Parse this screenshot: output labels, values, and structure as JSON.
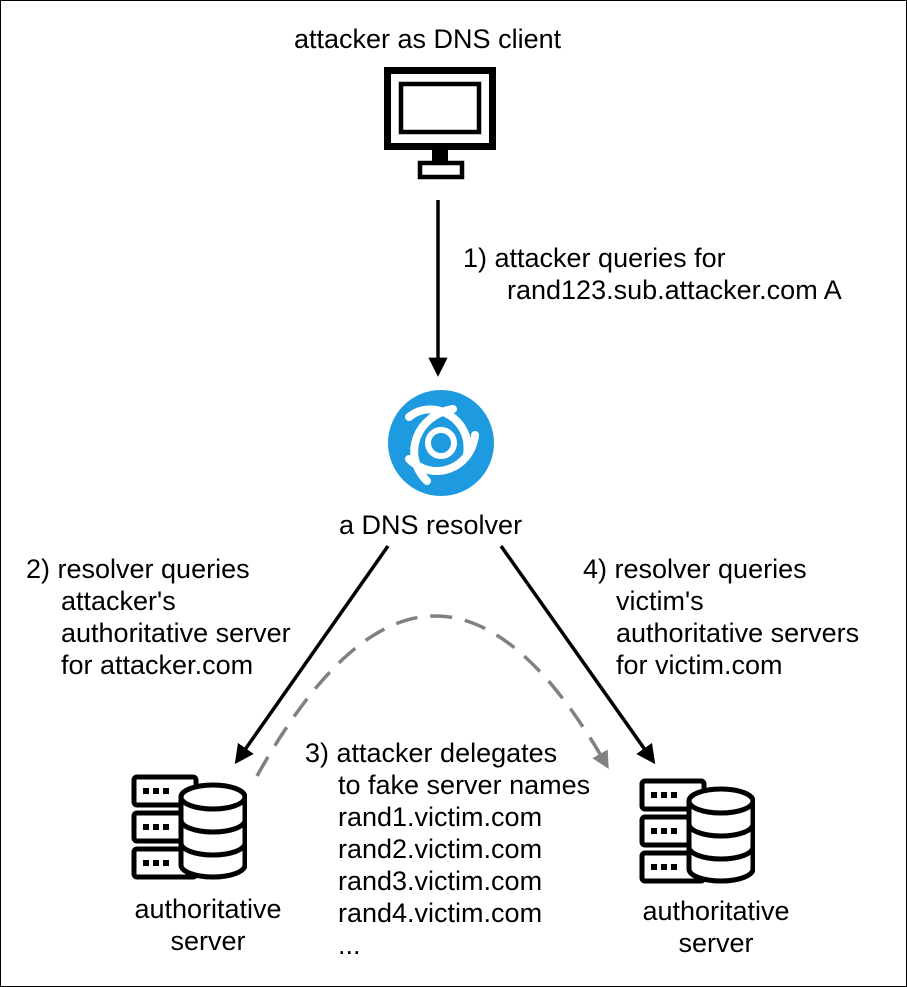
{
  "client": {
    "label": "attacker as DNS client",
    "icon": "computer-monitor-icon"
  },
  "step1": {
    "line1": "1) attacker queries for",
    "line2": "rand123.sub.attacker.com A"
  },
  "resolver": {
    "label": "a DNS resolver",
    "icon": "dns-resolver-icon",
    "color": "#1E9BE0"
  },
  "step2": {
    "line1": "2) resolver queries",
    "line2": "attacker's",
    "line3": "authoritative server",
    "line4": "for attacker.com"
  },
  "step4": {
    "line1": "4) resolver queries",
    "line2": "victim's",
    "line3": "authoritative servers",
    "line4": "for victim.com"
  },
  "step3": {
    "line1": "3) attacker delegates",
    "line2": "to fake server names",
    "names": [
      "rand1.victim.com",
      "rand2.victim.com",
      "rand3.victim.com",
      "rand4.victim.com",
      "..."
    ]
  },
  "left_server": {
    "line1": "authoritative",
    "line2": "server",
    "icon": "server-database-icon"
  },
  "right_server": {
    "line1": "authoritative",
    "line2": "server",
    "icon": "server-database-icon"
  },
  "colors": {
    "arrow": "#000000",
    "dashed_arrow": "#808080"
  }
}
